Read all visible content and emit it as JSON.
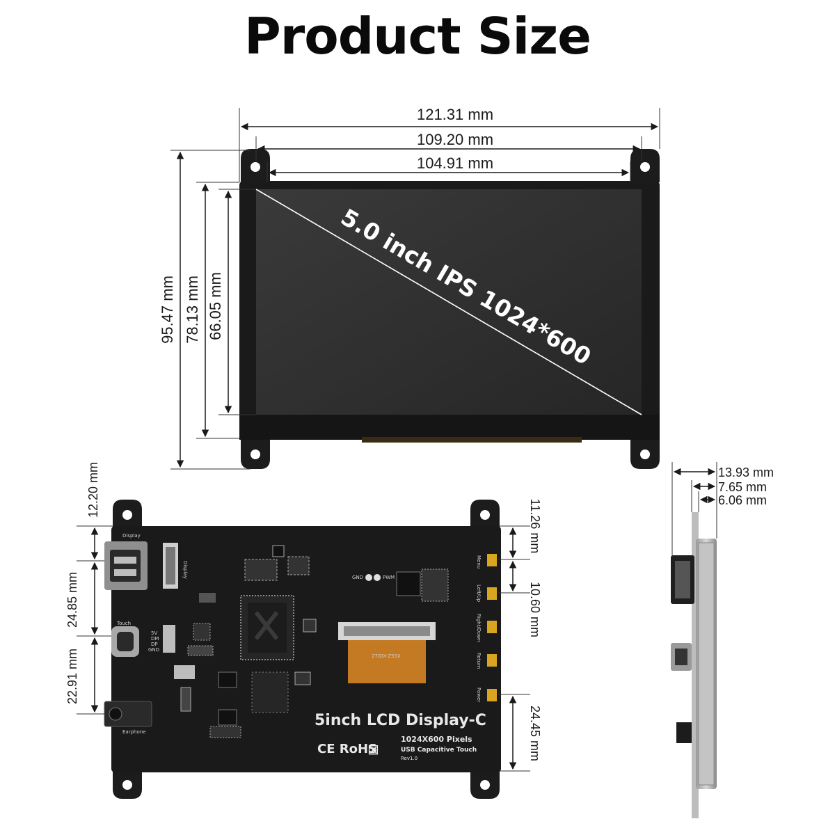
{
  "title": "Product Size",
  "screen_label": "5.0 inch IPS 1024*600",
  "front_dimensions": {
    "width_overall": "121.31 mm",
    "width_mount": "109.20 mm",
    "width_active": "104.91 mm",
    "height_overall": "95.47 mm",
    "height_module": "78.13 mm",
    "height_active": "66.05 mm"
  },
  "back_dimensions": {
    "left_top": "12.20 mm",
    "left_middle": "24.85 mm",
    "left_bottom": "22.91 mm",
    "right_top": "11.26 mm",
    "right_middle": "10.60 mm",
    "right_bottom": "24.45 mm"
  },
  "side_dimensions": {
    "total": "13.93 mm",
    "mid": "7.65 mm",
    "thin": "6.06 mm"
  },
  "board": {
    "product_name": "5inch LCD Display-C",
    "pixels": "1024X600 Pixels",
    "touch": "USB Capacitive Touch",
    "rev": "Rev1.0",
    "certifications": "CE RoHS",
    "port_display": "Display",
    "port_touch": "Touch",
    "port_earphone": "Earphone",
    "fpc_display": "Display",
    "pin_5v": "5V",
    "pin_dm": "DM",
    "pin_dp": "DP",
    "pin_gnd": "GND",
    "pad_gnd": "GND",
    "pad_pwm": "PWM",
    "btn_menu": "Menu",
    "btn_left": "Left/Up",
    "btn_right": "Right/Down",
    "btn_return": "Return",
    "btn_power": "Power"
  },
  "colors": {
    "bezel": "#1c1c1c",
    "glass": "#2e2e2e",
    "pcb": "#1a1a1a",
    "gold": "#d9a520",
    "fpc": "#c47a22"
  }
}
